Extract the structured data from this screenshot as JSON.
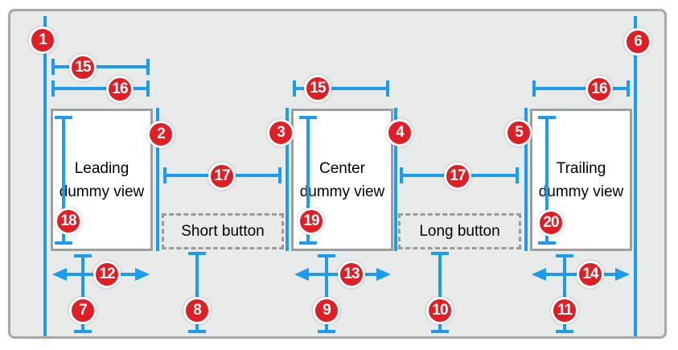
{
  "views": {
    "leading": "Leading dummy view",
    "center": "Center dummy view",
    "trailing": "Trailing dummy view"
  },
  "buttons": {
    "short": "Short button",
    "long": "Long button"
  },
  "markers": {
    "1": "1",
    "2": "2",
    "3": "3",
    "4": "4",
    "5": "5",
    "6": "6",
    "7": "7",
    "8": "8",
    "9": "9",
    "10": "10",
    "11": "11",
    "12": "12",
    "13": "13",
    "14": "14",
    "15": "15",
    "16": "16",
    "17": "17",
    "18": "18",
    "19": "19",
    "20": "20"
  },
  "colors": {
    "dimension_blue": "#1B9CF0",
    "marker_red": "#E01E25",
    "panel_background": "#E9EAEA",
    "panel_border": "#A8A8A8",
    "view_border": "#9E9E9E",
    "button_dash": "#9A9A9A",
    "text": "#000000"
  }
}
